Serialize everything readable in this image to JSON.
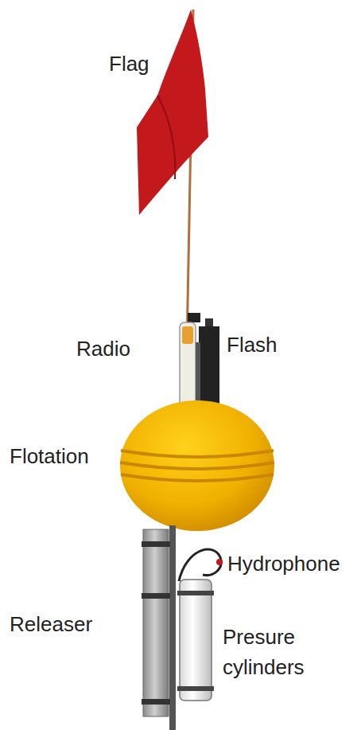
{
  "diagram": {
    "labels": [
      "Flag",
      "Radio",
      "Flash",
      "Flotation",
      "Hydrophone",
      "Releaser",
      "Presure cylinders"
    ]
  }
}
